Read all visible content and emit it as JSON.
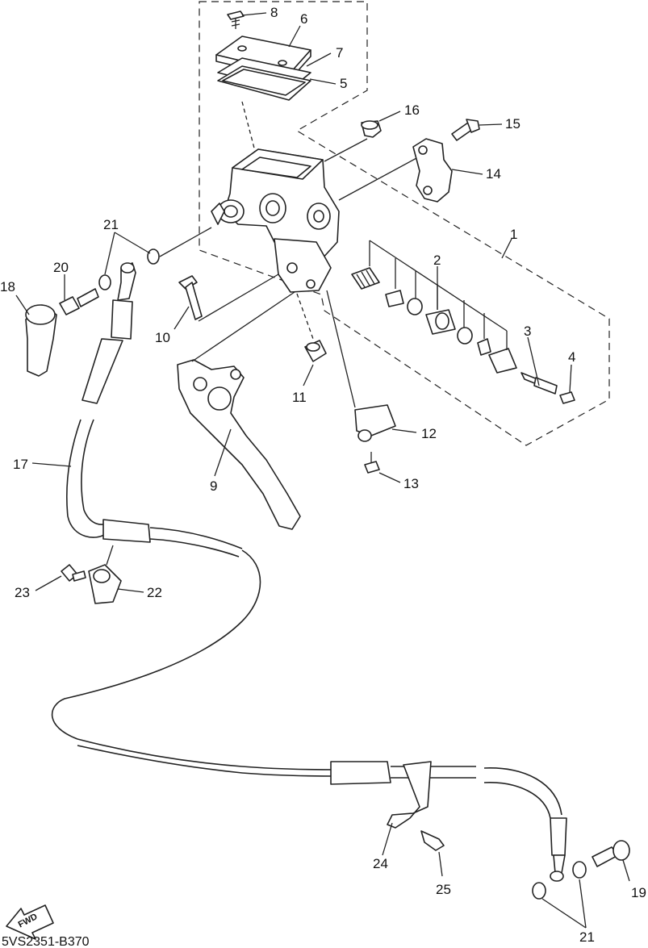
{
  "diagram": {
    "parts": [
      {
        "id": "p1",
        "callout": "1"
      },
      {
        "id": "p2",
        "callout": "2"
      },
      {
        "id": "p3",
        "callout": "3"
      },
      {
        "id": "p4",
        "callout": "4"
      },
      {
        "id": "p5",
        "callout": "5"
      },
      {
        "id": "p6",
        "callout": "6"
      },
      {
        "id": "p7",
        "callout": "7"
      },
      {
        "id": "p8",
        "callout": "8"
      },
      {
        "id": "p9",
        "callout": "9"
      },
      {
        "id": "p10",
        "callout": "10"
      },
      {
        "id": "p11",
        "callout": "11"
      },
      {
        "id": "p12",
        "callout": "12"
      },
      {
        "id": "p13",
        "callout": "13"
      },
      {
        "id": "p14",
        "callout": "14"
      },
      {
        "id": "p15",
        "callout": "15"
      },
      {
        "id": "p16",
        "callout": "16"
      },
      {
        "id": "p17",
        "callout": "17"
      },
      {
        "id": "p18",
        "callout": "18"
      },
      {
        "id": "p19",
        "callout": "19"
      },
      {
        "id": "p20",
        "callout": "20"
      },
      {
        "id": "p21a",
        "callout": "21"
      },
      {
        "id": "p21b",
        "callout": "21"
      },
      {
        "id": "p22",
        "callout": "22"
      },
      {
        "id": "p23",
        "callout": "23"
      },
      {
        "id": "p24",
        "callout": "24"
      },
      {
        "id": "p25",
        "callout": "25"
      }
    ],
    "fwd_label": "FWD",
    "drawing_code": "5VS2351-B370"
  }
}
